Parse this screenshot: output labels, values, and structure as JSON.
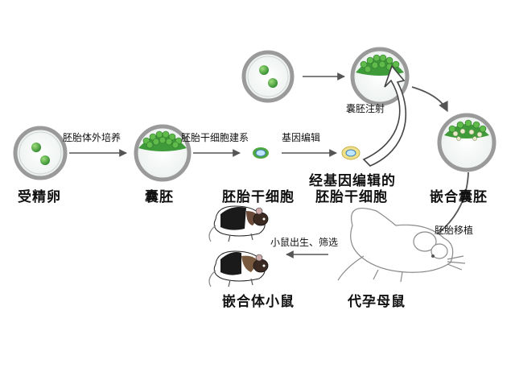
{
  "stages": {
    "fertilized_egg": "受精卵",
    "blastocyst": "囊胚",
    "es_cell": "胚胎干细胞",
    "edited_es_cell_line1": "经基因编辑的",
    "edited_es_cell_line2": "胚胎干细胞",
    "chimeric_blastocyst": "嵌合囊胚",
    "surrogate_mouse": "代孕母鼠",
    "chimeric_mouse": "嵌合体小鼠"
  },
  "steps": {
    "in_vitro_culture": "胚胎体外培养",
    "es_cell_establishment": "胚胎干细胞建系",
    "gene_editing": "基因编辑",
    "blastocyst_injection": "囊胚注射",
    "embryo_transfer": "胚胎移植",
    "birth_and_screening": "小鼠出生、筛选"
  },
  "colors": {
    "embryo_green": "#3f9a3a",
    "inner_cell_green": "#5fbb4a",
    "arrow_gray": "#555555",
    "zona_gray": "#9a9a9a"
  }
}
